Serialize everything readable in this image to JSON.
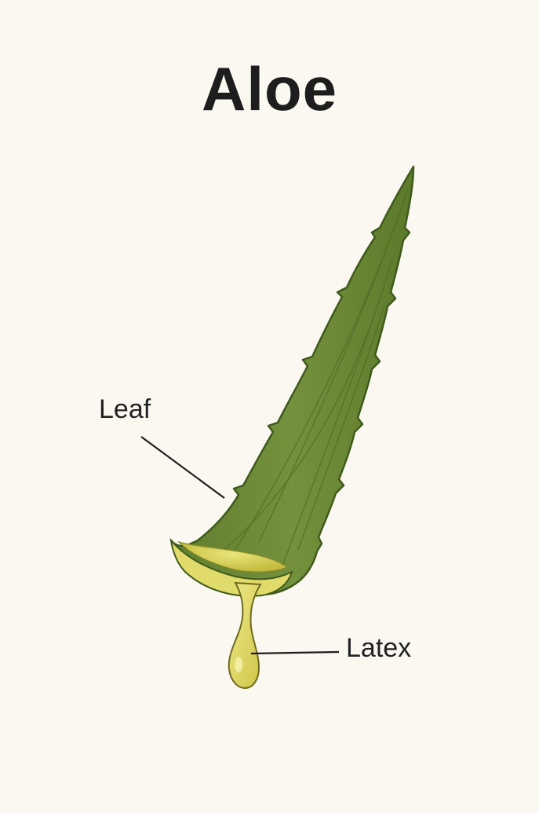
{
  "title": "Aloe",
  "labels": {
    "leaf": "Leaf",
    "latex": "Latex"
  },
  "colors": {
    "background": "#fbf8f1",
    "leaf": "#6d8a3a",
    "leaf_dark": "#4a6322",
    "gel": "#d6d05a",
    "latex": "#e3dd62"
  }
}
